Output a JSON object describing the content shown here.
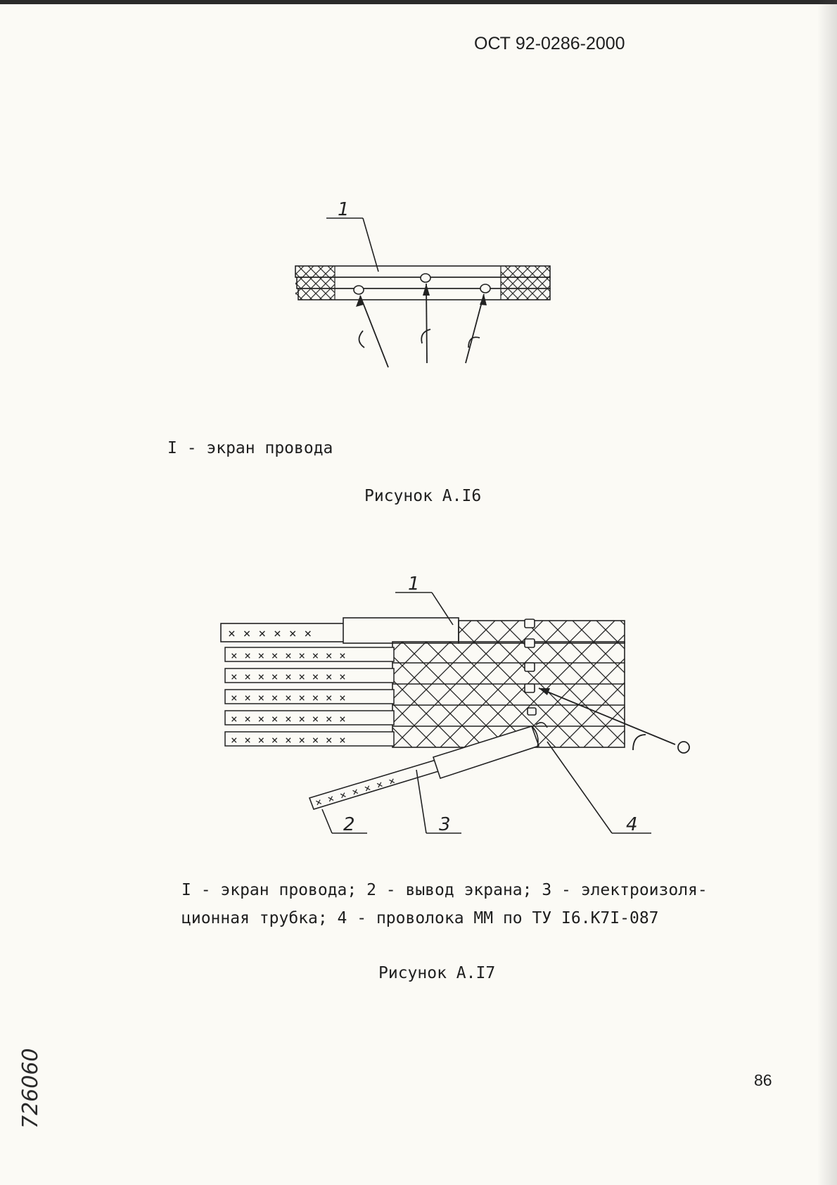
{
  "header": {
    "doc_code": "ОСТ 92-0286-2000"
  },
  "figure_16": {
    "leader_label": "1",
    "caption": "I - экран провода",
    "title": "Рисунок А.I6"
  },
  "figure_17": {
    "labels": [
      "1",
      "2",
      "3",
      "4"
    ],
    "caption_line1": "I - экран провода; 2 - вывод экрана; 3 - электроизоля-",
    "caption_line2": "ционная трубка; 4 - проволока ММ по ТУ I6.К7I-087",
    "title": "Рисунок А.I7"
  },
  "footer": {
    "page_number": "86",
    "archive_number": "726060"
  }
}
